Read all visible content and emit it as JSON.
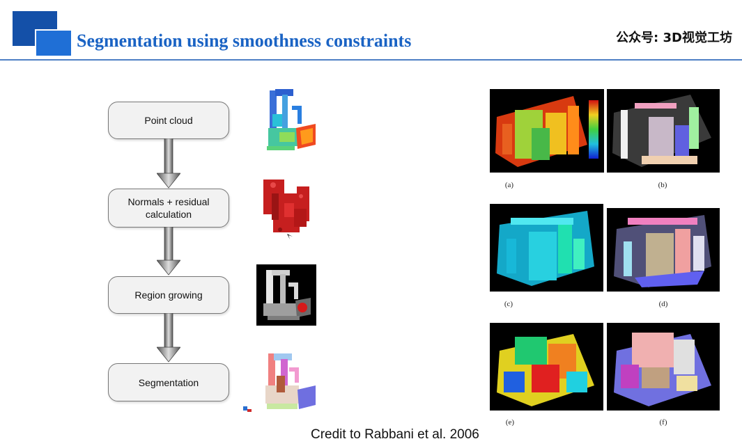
{
  "header": {
    "title": "Segmentation using smoothness constraints",
    "watermark": "公众号: 3D视觉工坊",
    "accent_color": "#1a63c4"
  },
  "flowchart": {
    "steps": [
      {
        "label": "Point cloud"
      },
      {
        "label": "Normals + residual calculation"
      },
      {
        "label": "Region growing"
      },
      {
        "label": "Segmentation"
      }
    ]
  },
  "figures": {
    "captions": [
      "(a)",
      "(b)",
      "(c)",
      "(d)",
      "(e)",
      "(f)"
    ]
  },
  "credit": "Credit to Rabbani et al. 2006"
}
